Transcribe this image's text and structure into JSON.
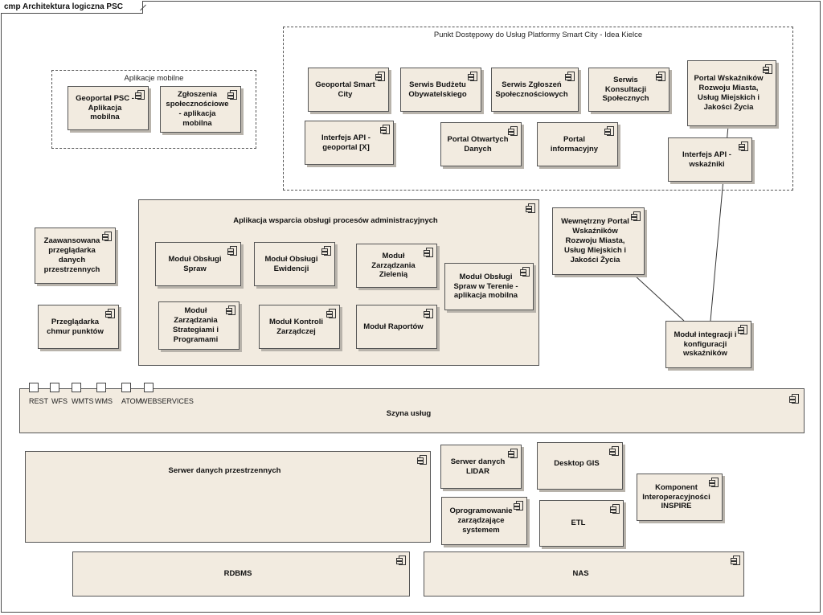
{
  "diagram": {
    "title": "cmp Architektura logiczna PSC",
    "packages": {
      "mobile": "Aplikacje mobilne",
      "access_point": "Punkt Dostępowy do Usług Platformy Smart City - Idea Kielce"
    },
    "components": {
      "geoportal_psc_mobile": "Geoportal PSC - Aplikacja mobilna",
      "zgloszenia_mobile": "Zgłoszenia społecznościowe - aplikacja mobilna",
      "geoportal_smart_city": "Geoportal Smart City",
      "serwis_budzetu": "Serwis Budżetu Obywatelskiego",
      "serwis_zgloszen": "Serwis Zgłoszeń Społecznościowych",
      "serwis_konsultacji": "Serwis Konsultacji Społecznych",
      "portal_wskaznikow": "Portal Wskaźników Rozwoju Miasta, Usług Miejskich i Jakości Życia",
      "interfejs_api_geoportal": "Interfejs API - geoportal [X]",
      "portal_otwartych_danych": "Portal Otwartych Danych",
      "portal_informacyjny": "Portal informacyjny",
      "interfejs_api_wskazniki": "Interfejs API - wskaźniki",
      "zaawansowana_przegladarka": "Zaawansowana przeglądarka danych przestrzennych",
      "przegladarka_chmur": "Przeglądarka chmur punktów",
      "aplikacja_wsparcia": "Aplikacja wsparcia obsługi procesów administracyjnych",
      "modul_spraw": "Moduł Obsługi Spraw",
      "modul_ewidencji": "Moduł Obsługi Ewidencji",
      "modul_zieleni": "Moduł Zarządzania Zielenią",
      "modul_terenie": "Moduł Obsługi Spraw w Terenie - aplikacja mobilna",
      "modul_strategii": "Moduł Zarządzania Strategiami i Programami",
      "modul_kontroli": "Moduł Kontroli Zarządczej",
      "modul_raportow": "Moduł Raportów",
      "wewnetrzny_portal": "Wewnętrzny Portal Wskaźników Rozwoju Miasta, Usług Miejskich i Jakości Życia",
      "modul_integracji": "Moduł integracji i konfiguracji wskaźników",
      "szyna_uslug": "Szyna usług",
      "serwer_danych_przestrzennych": "Serwer danych przestrzennych",
      "serwer_lidar": "Serwer danych LIDAR",
      "desktop_gis": "Desktop GIS",
      "komponent_inspire": "Komponent Interoperacyjności INSPIRE",
      "oprogramowanie": "Oprogramowanie zarządzające systemem",
      "etl": "ETL",
      "rdbms": "RDBMS",
      "nas": "NAS"
    },
    "ports": [
      "REST",
      "WFS",
      "WMTS",
      "WMS",
      "ATOM",
      "WEBSERVICES"
    ]
  }
}
